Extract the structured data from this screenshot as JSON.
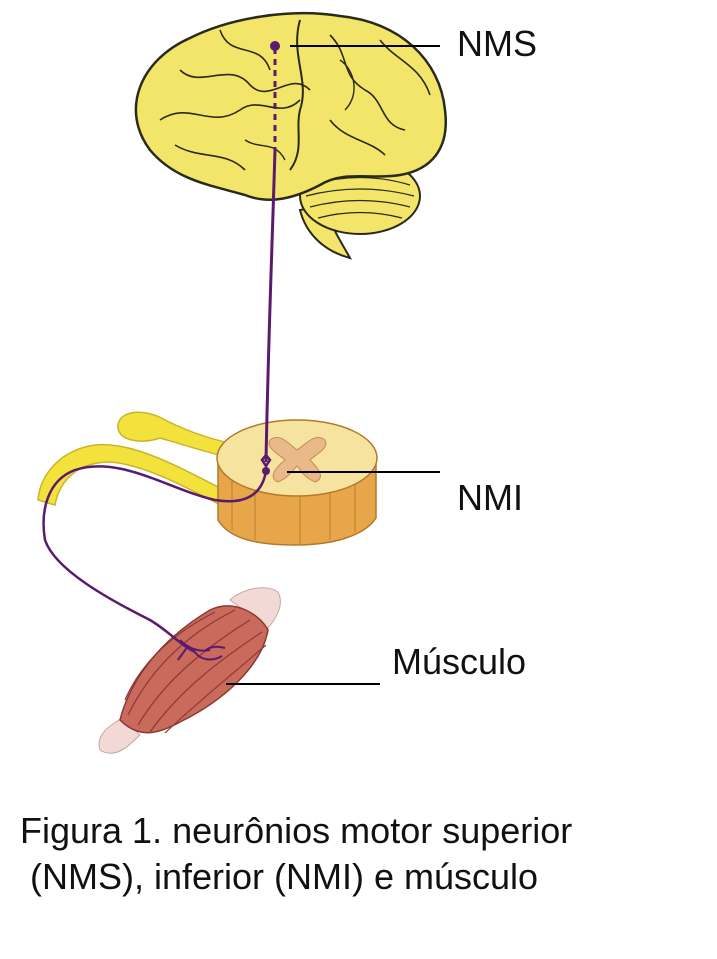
{
  "labels": {
    "upper_neuron": "NMS",
    "lower_neuron": "NMI",
    "muscle": "Músculo"
  },
  "caption": {
    "line1": "Figura 1. neurônios motor superior",
    "line2": "(NMS), inferior (NMI) e músculo"
  },
  "colors": {
    "brain": "#f2e56a",
    "brain_outline": "#2a2a1a",
    "neuron": "#5a1a6e",
    "nerve": "#f4e23c",
    "spinal_cord": "#f3cf7a",
    "gray_matter": "#e9b98a",
    "muscle": "#c96a5c",
    "tendon": "#f3d9d6"
  }
}
